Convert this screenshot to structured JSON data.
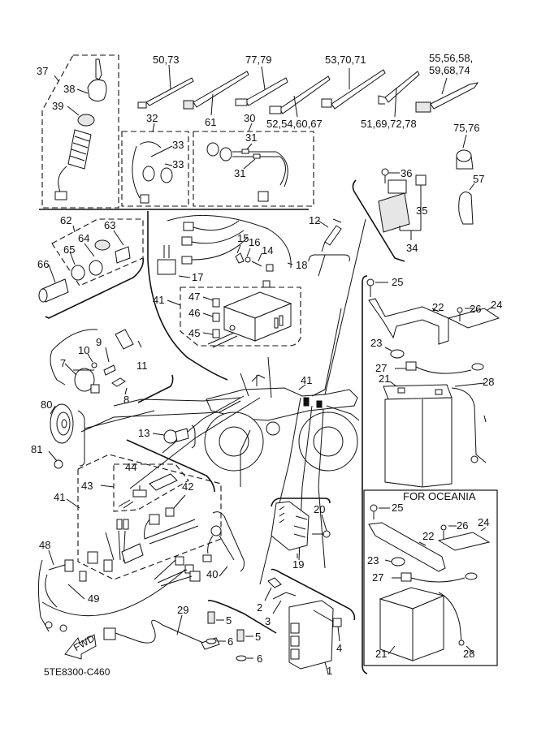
{
  "diagram": {
    "drawing_code": "5TE8300-C460",
    "oceania_box_title": "FOR OCEANIA",
    "fwd_arrow_label": "FWD",
    "callouts": {
      "c1": "1",
      "c2": "2",
      "c3": "3",
      "c4": "4",
      "c5a": "5",
      "c5b": "5",
      "c6a": "6",
      "c6b": "6",
      "c7": "7",
      "c8": "8",
      "c9": "9",
      "c10": "10",
      "c11": "11",
      "c12": "12",
      "c13": "13",
      "c14": "14",
      "c15": "15",
      "c16": "16",
      "c17": "17",
      "c18": "18",
      "c19": "19",
      "c20": "20",
      "c21": "21",
      "c22": "22",
      "c23": "23",
      "c24": "24",
      "c25": "25",
      "c26": "26",
      "c27": "27",
      "c28": "28",
      "c21o": "21",
      "c22o": "22",
      "c23o": "23",
      "c24o": "24",
      "c25o": "25",
      "c26o": "26",
      "c27o": "27",
      "c28o": "28",
      "c29": "29",
      "c30": "30",
      "c31a": "31",
      "c31b": "31",
      "c32": "32",
      "c33a": "33",
      "c33b": "33",
      "c34": "34",
      "c35": "35",
      "c36": "36",
      "c37": "37",
      "c38": "38",
      "c39": "39",
      "c40": "40",
      "c41a": "41",
      "c41b": "41",
      "c41c": "41",
      "c42": "42",
      "c43": "43",
      "c44": "44",
      "c45": "45",
      "c46": "46",
      "c47": "47",
      "c48": "48",
      "c49": "49",
      "c5073": "50,73",
      "c61": "61",
      "c7779": "77,79",
      "c52546067": "52,54,60,67",
      "c537071": "53,70,71",
      "c51697278": "51,69,72,78",
      "c555658_l1": "55,56,58,",
      "c555658_l2": "59,68,74",
      "c7576": "75,76",
      "c57": "57",
      "c62": "62",
      "c63": "63",
      "c64": "64",
      "c65": "65",
      "c66": "66",
      "c80": "80",
      "c81": "81"
    }
  }
}
